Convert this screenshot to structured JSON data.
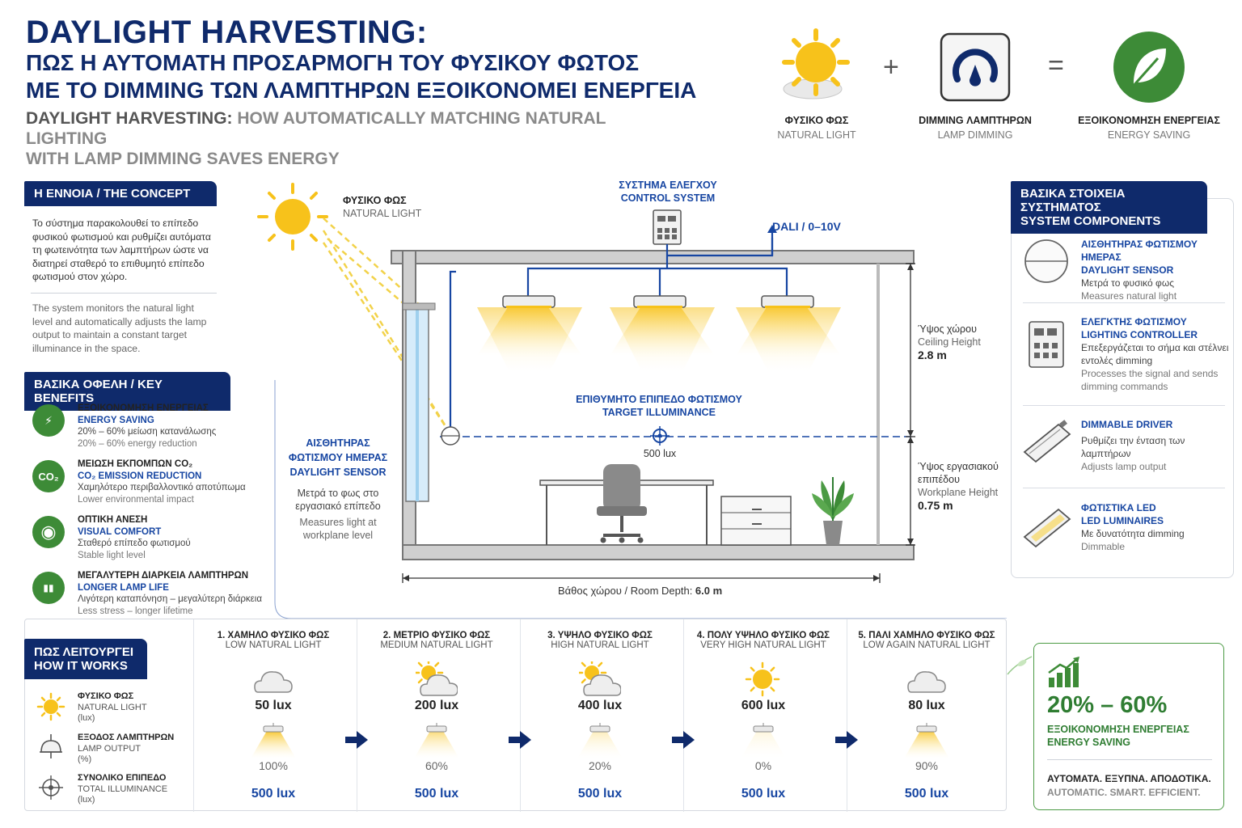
{
  "header": {
    "title": "DAYLIGHT HARVESTING:",
    "subtitle_gr_1": "ΠΩΣ Η ΑΥΤΟΜΑΤΗ ΠΡΟΣΑΡΜΟΓΗ ΤΟΥ ΦΥΣΙΚΟΥ ΦΩΤΟΣ",
    "subtitle_gr_2": "ΜΕ ΤΟ DIMMING ΤΩΝ ΛΑΜΠΤΗΡΩΝ ΕΞΟΙΚΟΝΟΜΕΙ ΕΝΕΡΓΕΙΑ",
    "subtitle_en_bold": "DAYLIGHT HARVESTING:",
    "subtitle_en_1": " HOW AUTOMATICALLY MATCHING NATURAL LIGHTING",
    "subtitle_en_2": "WITH LAMP DIMMING SAVES ENERGY"
  },
  "equation": {
    "plus": "+",
    "equals": "=",
    "natural_gr": "ΦΥΣΙΚΟ ΦΩΣ",
    "natural_en": "NATURAL LIGHT",
    "dimming_gr": "DIMMING ΛΑΜΠΤΗΡΩΝ",
    "dimming_en": "LAMP DIMMING",
    "saving_gr": "ΕΞΟΙΚΟΝΟΜΗΣΗ ΕΝΕΡΓΕΙΑΣ",
    "saving_en": "ENERGY SAVING"
  },
  "concept": {
    "heading": "Η ΕΝΝΟΙΑ / THE CONCEPT",
    "text_gr": "Το σύστημα παρακολουθεί το επίπεδο φυσικού φωτισμού και ρυθμίζει αυτόματα τη φωτεινότητα των λαμπτήρων ώστε να διατηρεί σταθερό το επιθυμητό επίπεδο φωτισμού στον χώρο.",
    "text_en": "The system monitors the natural light level and automatically adjusts the lamp output to maintain a constant target illuminance in the space."
  },
  "benefits": {
    "heading": "ΒΑΣΙΚΑ ΟΦΕΛΗ / KEY BENEFITS",
    "items": [
      {
        "icon": "lightning-icon",
        "glyph": "⚡",
        "t1": "ΕΞΟΙΚΟΝΟΜΗΣΗ ΕΝΕΡΓΕΙΑΣ",
        "t2": "ENERGY SAVING",
        "t3": "20% – 60% μείωση κατανάλωσης",
        "t4": "20% – 60% energy reduction"
      },
      {
        "icon": "co2-icon",
        "glyph": "CO₂",
        "t1": "ΜΕΙΩΣΗ ΕΚΠΟΜΠΩΝ CO₂",
        "t2": "CO₂ EMISSION REDUCTION",
        "t3": "Χαμηλότερο περιβαλλοντικό αποτύπωμα",
        "t4": "Lower environmental impact"
      },
      {
        "icon": "eye-icon",
        "glyph": "◉",
        "t1": "ΟΠΤΙΚΗ ΑΝΕΣΗ",
        "t2": "VISUAL COMFORT",
        "t3": "Σταθερό επίπεδο φωτισμού",
        "t4": "Stable light level"
      },
      {
        "icon": "bar-chart-icon",
        "glyph": "▮▮",
        "t1": "ΜΕΓΑΛΥΤΕΡΗ ΔΙΑΡΚΕΙΑ ΛΑΜΠΤΗΡΩΝ",
        "t2": "LONGER LAMP LIFE",
        "t3": "Λιγότερη καταπόνηση – μεγαλύτερη διάρκεια",
        "t4": "Less stress – longer lifetime"
      }
    ]
  },
  "diagram": {
    "natural_gr": "ΦΥΣΙΚΟ ΦΩΣ",
    "natural_en": "NATURAL LIGHT",
    "control_gr": "ΣΥΣΤΗΜΑ ΕΛΕΓΧΟΥ",
    "control_en": "CONTROL SYSTEM",
    "dali": "DALI / 0–10V",
    "target_gr": "ΕΠΙΘΥΜΗΤΟ ΕΠΙΠΕΔΟ ΦΩΤΙΣΜΟΥ",
    "target_en": "TARGET ILLUMINANCE",
    "target_lux": "500 lux",
    "sensor_gr1": "ΑΙΣΘΗΤΗΡΑΣ",
    "sensor_gr2": "ΦΩΤΙΣΜΟΥ ΗΜΕΡΑΣ",
    "sensor_en": "DAYLIGHT SENSOR",
    "sensor_desc_gr1": "Μετρά το φως στο",
    "sensor_desc_gr2": "εργασιακό επίπεδο",
    "sensor_desc_en1": "Measures light at",
    "sensor_desc_en2": "workplane level",
    "ceiling_gr": "Ύψος χώρου",
    "ceiling_en": "Ceiling Height",
    "ceiling_val": "2.8 m",
    "work_gr1": "Ύψος εργασιακού",
    "work_gr2": "επιπέδου",
    "work_en": "Workplane Height",
    "work_val": "0.75 m",
    "depth_label": "Βάθος χώρου / Room Depth: ",
    "depth_val": "6.0 m"
  },
  "components": {
    "heading_1": "ΒΑΣΙΚΑ ΣΤΟΙΧΕΙΑ ΣΥΣΤΗΜΑΤΟΣ",
    "heading_2": "SYSTEM COMPONENTS",
    "items": [
      {
        "icon": "daylight-sensor-icon",
        "t1": "ΑΙΣΘΗΤΗΡΑΣ ΦΩΤΙΣΜΟΥ ΗΜΕΡΑΣ",
        "t2": "DAYLIGHT SENSOR",
        "t3": "Μετρά το φυσικό φως",
        "t4": "Measures natural light"
      },
      {
        "icon": "controller-icon",
        "t1": "ΕΛΕΓΚΤΗΣ ΦΩΤΙΣΜΟΥ",
        "t2": "LIGHTING CONTROLLER",
        "t3": "Επεξεργάζεται το σήμα και στέλνει εντολές dimming",
        "t4": "Processes the signal and sends dimming commands"
      },
      {
        "icon": "driver-icon",
        "t1": "DIMMABLE DRIVER",
        "t2": "",
        "t3": "Ρυθμίζει την ένταση των λαμπτήρων",
        "t4": "Adjusts lamp output"
      },
      {
        "icon": "led-luminaire-icon",
        "t1": "ΦΩΤΙΣΤΙΚΑ LED",
        "t2": "LED LUMINAIRES",
        "t3": "Με δυνατότητα dimming",
        "t4": "Dimmable"
      }
    ]
  },
  "how": {
    "heading_1": "ΠΩΣ ΛΕΙΤΟΥΡΓΕΙ",
    "heading_2": "HOW IT WORKS",
    "legend": [
      {
        "icon": "sun-icon",
        "t1": "ΦΥΣΙΚΟ ΦΩΣ",
        "t2": "NATURAL LIGHT",
        "t3": "(lux)"
      },
      {
        "icon": "lamp-icon",
        "t1": "ΕΞΟΔΟΣ ΛΑΜΠΤΗΡΩΝ",
        "t2": "LAMP OUTPUT",
        "t3": "(%)"
      },
      {
        "icon": "target-icon",
        "t1": "ΣΥΝΟΛΙΚΟ ΕΠΙΠΕΔΟ",
        "t2": "TOTAL ILLUMINANCE",
        "t3": "(lux)"
      }
    ],
    "steps": [
      {
        "h1": "1. ΧΑΜΗΛΟ ΦΥΣΙΚΟ ΦΩΣ",
        "h2": "LOW NATURAL LIGHT",
        "weather": "cloud",
        "natural_lux": "50 lux",
        "output_pct": "100%",
        "output_level": 1.0,
        "total_lux": "500 lux"
      },
      {
        "h1": "2. ΜΕΤΡΙΟ ΦΥΣΙΚΟ ΦΩΣ",
        "h2": "MEDIUM NATURAL LIGHT",
        "weather": "sun-cloud",
        "natural_lux": "200 lux",
        "output_pct": "60%",
        "output_level": 0.6,
        "total_lux": "500 lux"
      },
      {
        "h1": "3. ΥΨΗΛΟ ΦΥΣΙΚΟ ΦΩΣ",
        "h2": "HIGH NATURAL LIGHT",
        "weather": "sun-cloud",
        "natural_lux": "400 lux",
        "output_pct": "20%",
        "output_level": 0.2,
        "total_lux": "500 lux"
      },
      {
        "h1": "4. ΠΟΛΥ ΥΨΗΛΟ ΦΥΣΙΚΟ ΦΩΣ",
        "h2": "VERY HIGH NATURAL LIGHT",
        "weather": "sun",
        "natural_lux": "600 lux",
        "output_pct": "0%",
        "output_level": 0.0,
        "total_lux": "500 lux"
      },
      {
        "h1": "5. ΠΑΛΙ ΧΑΜΗΛΟ ΦΥΣΙΚΟ ΦΩΣ",
        "h2": "LOW AGAIN NATURAL LIGHT",
        "weather": "cloud",
        "natural_lux": "80 lux",
        "output_pct": "90%",
        "output_level": 0.9,
        "total_lux": "500 lux"
      }
    ]
  },
  "savings": {
    "value": "20% – 60%",
    "label_gr": "ΕΞΟΙΚΟΝΟΜΗΣΗ ΕΝΕΡΓΕΙΑΣ",
    "label_en": "ENERGY SAVING",
    "tagline_gr": "ΑΥΤΟΜΑΤΑ. ΕΞΥΠΝΑ. ΑΠΟΔΟΤΙΚΑ.",
    "tagline_en": "AUTOMATIC. SMART. EFFICIENT."
  },
  "colors": {
    "navy": "#0f2a6b",
    "blue": "#1746a2",
    "green": "#3d8b37",
    "sun": "#f7c21b"
  }
}
